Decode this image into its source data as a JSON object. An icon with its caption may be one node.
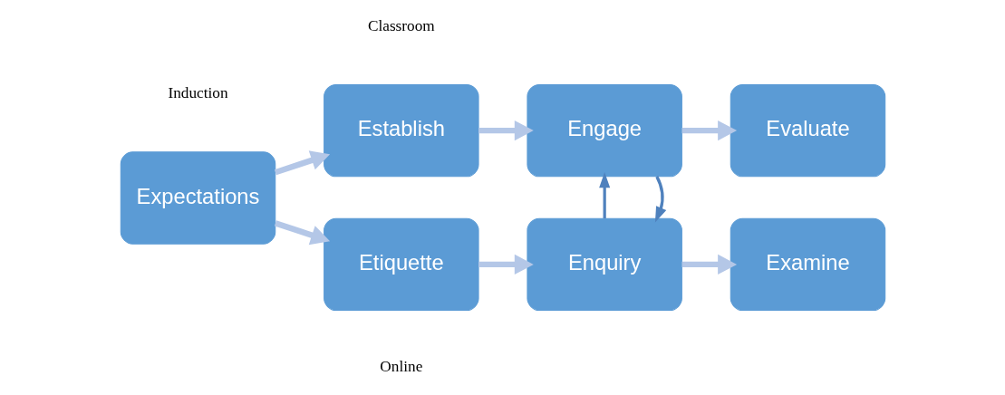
{
  "diagram": {
    "nodes": [
      {
        "text": [
          "Expectations"
        ]
      },
      {
        "text": [
          "Establish"
        ]
      },
      {
        "text": [
          "Engage"
        ]
      },
      {
        "text": [
          "Evaluate"
        ]
      },
      {
        "text": [
          "Etiquette"
        ]
      },
      {
        "text": [
          "Enquiry"
        ]
      },
      {
        "text": [
          "Examine"
        ]
      }
    ],
    "edges": [
      {
        "from": 0,
        "to": 1,
        "arrow": "to"
      },
      {
        "from": 0,
        "to": 4,
        "arrow": "to"
      },
      {
        "from": 1,
        "to": 2,
        "arrow": "to"
      },
      {
        "from": 2,
        "to": 3,
        "arrow": "to"
      },
      {
        "from": 4,
        "to": 5,
        "arrow": "to"
      },
      {
        "from": 5,
        "to": 6,
        "arrow": "to"
      },
      {
        "from": 2,
        "to": 5,
        "arrow": "to",
        "color": "#4f81bd"
      },
      {
        "from": 5,
        "to": 2,
        "arrow": "to",
        "color": "#4f81bd"
      }
    ],
    "labels": [
      "Classroom",
      "Induction",
      "Online"
    ]
  }
}
